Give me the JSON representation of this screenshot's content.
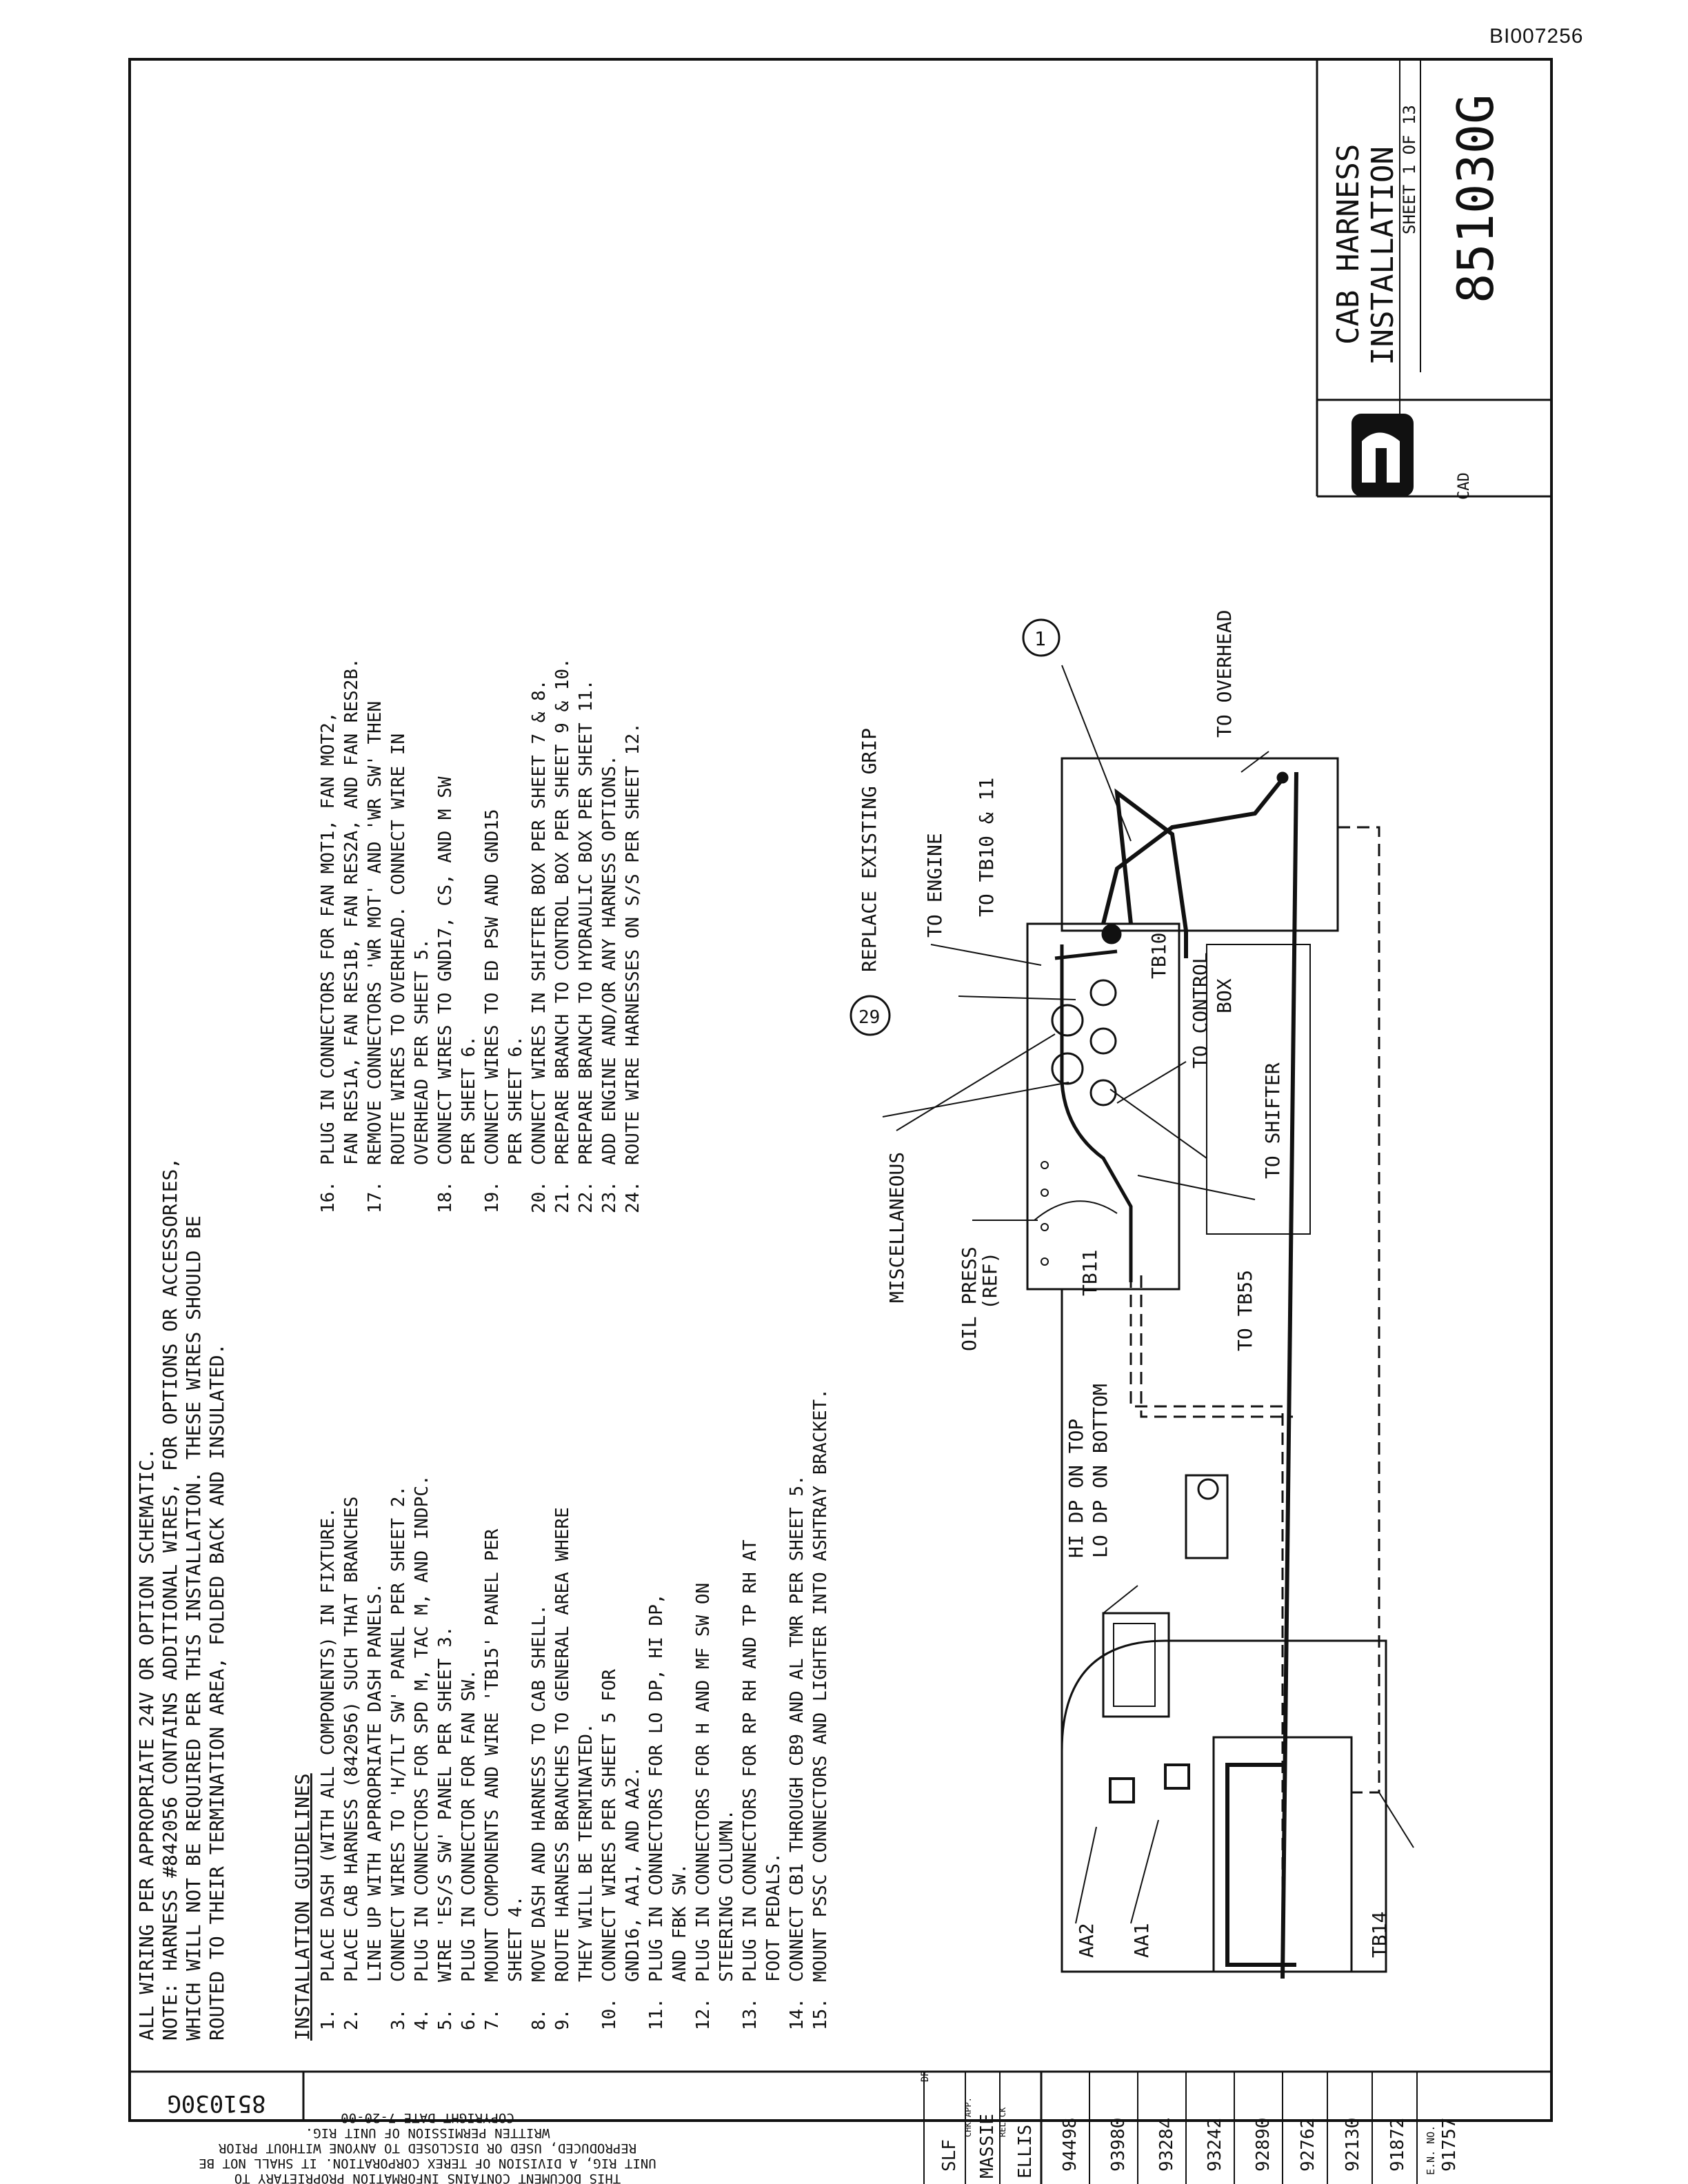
{
  "doc_id": "BI007256",
  "title_block": {
    "title_line1": "CAB HARNESS",
    "title_line2": "INSTALLATION",
    "sheet": "SHEET 1 OF 13",
    "drawing_number": "851030G",
    "cad_label": "CAD"
  },
  "general_notes": [
    "ALL WIRING PER APPROPRIATE 24V OR OPTION SCHEMATIC.",
    "NOTE: HARNESS #842056 CONTAINS ADDITIONAL WIRES, FOR OPTIONS OR ACCESSORIES,",
    "WHICH WILL NOT BE REQUIRED PER THIS INSTALLATION. THESE WIRES SHOULD BE",
    "ROUTED TO THEIR TERMINATION AREA, FOLDED BACK AND INSULATED."
  ],
  "guidelines_heading": "INSTALLATION GUIDELINES",
  "guidelines_left": [
    {
      "n": "1.",
      "lines": [
        "PLACE DASH (WITH ALL COMPONENTS) IN FIXTURE."
      ]
    },
    {
      "n": "2.",
      "lines": [
        "PLACE CAB HARNESS (842056) SUCH THAT BRANCHES",
        "LINE UP WITH APPROPRIATE DASH PANELS."
      ]
    },
    {
      "n": "3.",
      "lines": [
        "CONNECT WIRES TO 'H/TLT SW' PANEL PER SHEET 2."
      ]
    },
    {
      "n": "4.",
      "lines": [
        "PLUG IN CONNECTORS FOR SPD M, TAC M, AND INDPC."
      ]
    },
    {
      "n": "5.",
      "lines": [
        "WIRE 'ES/S SW' PANEL PER SHEET 3."
      ]
    },
    {
      "n": "6.",
      "lines": [
        "PLUG IN CONNECTOR FOR FAN SW."
      ]
    },
    {
      "n": "7.",
      "lines": [
        "MOUNT COMPONENTS AND WIRE 'TB15' PANEL PER",
        "SHEET 4."
      ]
    },
    {
      "n": "8.",
      "lines": [
        "MOVE DASH AND HARNESS TO CAB SHELL."
      ]
    },
    {
      "n": "9.",
      "lines": [
        "ROUTE HARNESS BRANCHES TO GENERAL AREA WHERE",
        "THEY WILL BE TERMINATED."
      ]
    },
    {
      "n": "10.",
      "lines": [
        "CONNECT WIRES PER SHEET 5 FOR",
        "GND16, AA1, AND AA2."
      ]
    },
    {
      "n": "11.",
      "lines": [
        "PLUG IN CONNECTORS FOR LO DP, HI DP,",
        "AND FBK SW."
      ]
    },
    {
      "n": "12.",
      "lines": [
        "PLUG IN CONNECTORS FOR H AND MF SW ON",
        "STEERING COLUMN."
      ]
    },
    {
      "n": "13.",
      "lines": [
        "PLUG IN CONNECTORS FOR RP RH AND TP RH AT",
        "FOOT PEDALS."
      ]
    },
    {
      "n": "14.",
      "lines": [
        "CONNECT CB1 THROUGH CB9 AND AL TMR PER SHEET 5."
      ]
    },
    {
      "n": "15.",
      "lines": [
        "MOUNT PSSC CONNECTORS AND LIGHTER INTO ASHTRAY BRACKET."
      ]
    }
  ],
  "guidelines_right": [
    {
      "n": "16.",
      "lines": [
        "PLUG IN CONNECTORS FOR FAN MOT1, FAN MOT2,",
        "FAN RES1A, FAN RES1B, FAN RES2A, AND FAN RES2B."
      ]
    },
    {
      "n": "17.",
      "lines": [
        "REMOVE CONNECTORS 'WR MOT' AND 'WR SW' THEN",
        "ROUTE WIRES TO OVERHEAD. CONNECT WIRE IN",
        "OVERHEAD PER SHEET 5."
      ]
    },
    {
      "n": "18.",
      "lines": [
        "CONNECT WIRES TO GND17, CS, AND M SW",
        "PER SHEET 6."
      ]
    },
    {
      "n": "19.",
      "lines": [
        "CONNECT WIRES TO ED PSW AND GND15",
        "PER SHEET 6."
      ]
    },
    {
      "n": "20.",
      "lines": [
        "CONNECT WIRES IN SHIFTER BOX PER SHEET 7 & 8."
      ]
    },
    {
      "n": "21.",
      "lines": [
        "PREPARE BRANCH TO CONTROL BOX PER SHEET 9 & 10."
      ]
    },
    {
      "n": "22.",
      "lines": [
        "PREPARE BRANCH TO HYDRAULIC BOX PER SHEET 11."
      ]
    },
    {
      "n": "23.",
      "lines": [
        "ADD ENGINE AND/OR ANY HARNESS OPTIONS."
      ]
    },
    {
      "n": "24.",
      "lines": [
        "ROUTE WIRE HARNESSES ON S/S PER SHEET 12."
      ]
    }
  ],
  "callouts": {
    "replace_grip": "REPLACE EXISTING GRIP",
    "to_engine": "TO ENGINE",
    "to_tb10_11": "TO TB10 & 11",
    "to_overhead": "TO OVERHEAD",
    "to_control": "TO CONTROL",
    "box": "BOX",
    "to_shifter": "TO SHIFTER",
    "to_tb55": "TO TB55",
    "miscellaneous": "MISCELLANEOUS",
    "oil_press": "OIL PRESS",
    "ref": "(REF)",
    "hi_dp": "HI DP ON TOP",
    "lo_dp": "LO DP ON BOTTOM",
    "tb10": "TB10",
    "tb11": "TB11",
    "tb14": "TB14",
    "aa1": "AA1",
    "aa2": "AA2",
    "balloon_1": "1",
    "balloon_29": "29"
  },
  "left_strip": {
    "drawing_number": "851030G",
    "proprietary": [
      "THIS DOCUMENT CONTAINS INFORMATION PROPRIETARY TO",
      "UNIT RIG, A DIVISION OF TEREX CORPORATION. IT SHALL NOT BE",
      "REPRODUCED, USED OR DISCLOSED TO ANYONE WITHOUT PRIOR",
      "WRITTEN PERMISSION OF UNIT RIG."
    ],
    "copyright": "COPYRIGHT DATE 7-20-00",
    "names": [
      "SLF",
      "MASSIE",
      "ELLIS"
    ],
    "name_roles": [
      "DR",
      "CHK APP.",
      "REL CK"
    ],
    "rev_numbers": [
      "94498",
      "93980",
      "93284",
      "93242",
      "92890",
      "92762",
      "92130",
      "91872",
      "91757"
    ],
    "en_label": "E.N. NO."
  }
}
